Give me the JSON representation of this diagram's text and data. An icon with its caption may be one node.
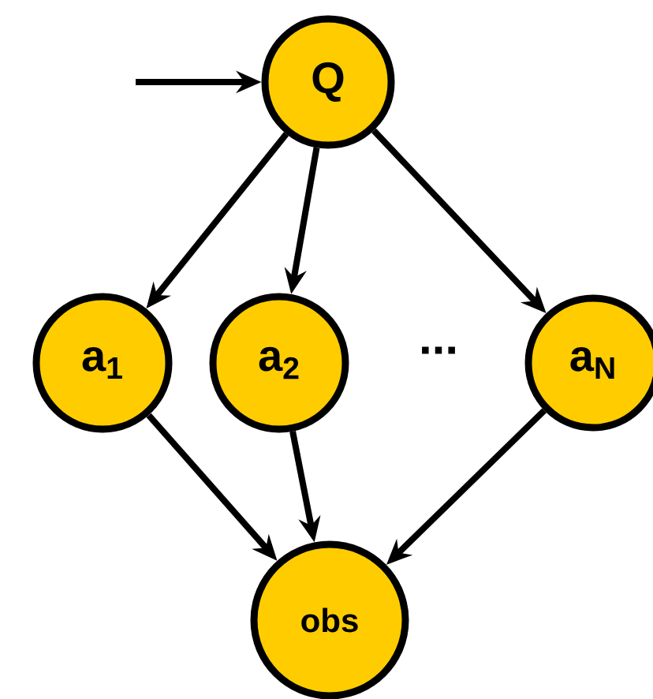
{
  "diagram": {
    "nodes": [
      {
        "text": [
          "Q"
        ]
      },
      {
        "text": [
          "a$_{1}$"
        ]
      },
      {
        "text": [
          "a$_{2}$"
        ]
      },
      {
        "text": [
          "a$_{N}$"
        ]
      },
      {
        "text": [
          "obs"
        ]
      }
    ],
    "edges": [
      {
        "from": null,
        "to": 0,
        "arrow": "to"
      },
      {
        "from": 0,
        "to": 1,
        "arrow": "to"
      },
      {
        "from": 0,
        "to": 2,
        "arrow": "to"
      },
      {
        "from": 0,
        "to": 3,
        "arrow": "to"
      },
      {
        "from": 1,
        "to": 4,
        "arrow": "to"
      },
      {
        "from": 2,
        "to": 4,
        "arrow": "to"
      },
      {
        "from": 3,
        "to": 4,
        "arrow": "to"
      }
    ],
    "labels": [
      "..."
    ]
  }
}
